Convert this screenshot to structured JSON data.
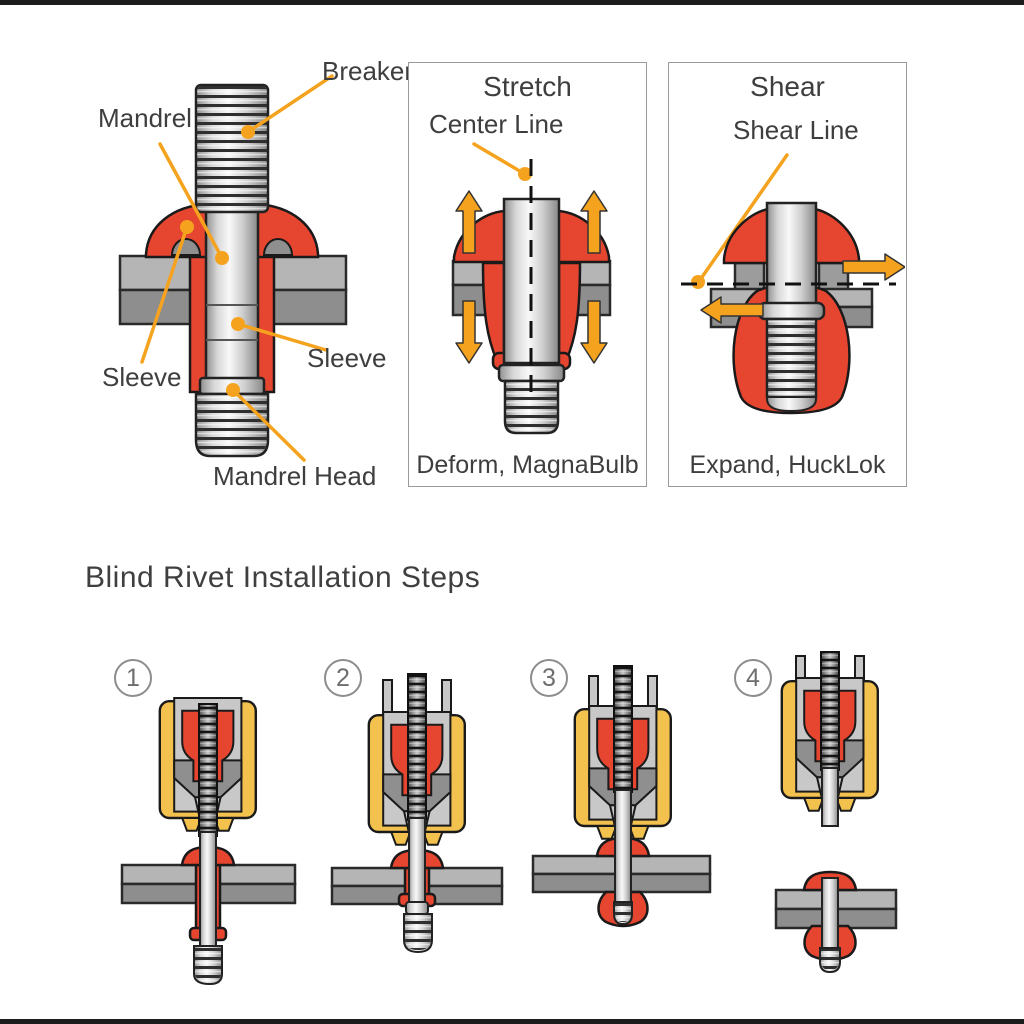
{
  "anatomy": {
    "labels": {
      "breaker": "Breaker",
      "mandrel": "Mandrel",
      "sleeve_left": "Sleeve",
      "sleeve_right": "Sleeve",
      "mandrel_head": "Mandrel Head"
    }
  },
  "panels": [
    {
      "title": "Stretch",
      "annotation": "Center Line",
      "caption": "Deform, MagnaBulb"
    },
    {
      "title": "Shear",
      "annotation": "Shear Line",
      "caption": "Expand, HuckLok"
    }
  ],
  "section": {
    "heading": "Blind Rivet Installation Steps"
  },
  "steps": [
    {
      "number": "1"
    },
    {
      "number": "2"
    },
    {
      "number": "3"
    },
    {
      "number": "4"
    }
  ],
  "colors": {
    "rivet_red": "#e64530",
    "annotation_orange": "#f5a31f",
    "tool_yellow": "#f2c14e",
    "plate_light": "#b5b5b5",
    "plate_dark": "#8e8e8e",
    "text": "#3e3e3e"
  }
}
